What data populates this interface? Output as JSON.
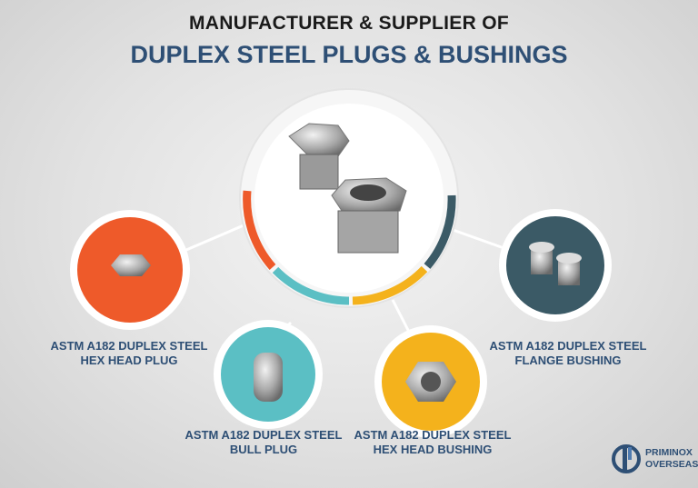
{
  "header": {
    "line1": "MANUFACTURER & SUPPLIER OF",
    "line2": "DUPLEX STEEL PLUGS & BUSHINGS"
  },
  "colors": {
    "orange": "#ee5a2a",
    "teal": "#5bbfc4",
    "yellow": "#f4b21c",
    "dark_teal": "#3b5a66",
    "title_blue": "#2e4f75"
  },
  "products": [
    {
      "line1": "ASTM A182 DUPLEX STEEL",
      "line2": "HEX HEAD PLUG"
    },
    {
      "line1": "ASTM A182 DUPLEX STEEL",
      "line2": "BULL PLUG"
    },
    {
      "line1": "ASTM A182 DUPLEX STEEL",
      "line2": "HEX HEAD BUSHING"
    },
    {
      "line1": "ASTM A182 DUPLEX STEEL",
      "line2": "FLANGE BUSHING"
    }
  ],
  "logo": {
    "line1": "PRIMINOX",
    "line2": "OVERSEAS"
  }
}
